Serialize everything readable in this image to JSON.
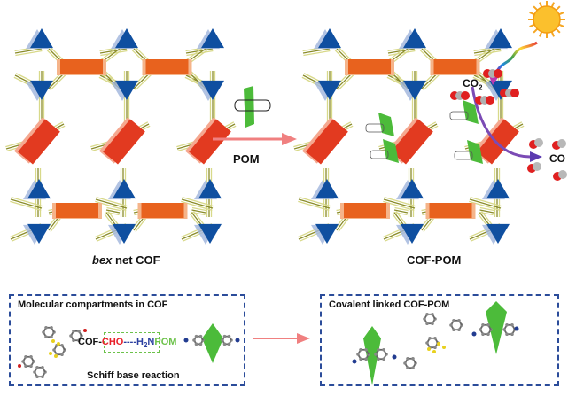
{
  "figure": {
    "left_panel": {
      "label_italic": "bex",
      "label_rest": " net COF"
    },
    "right_panel": {
      "label": "COF-POM"
    },
    "middle_arrow": {
      "label": "POM"
    },
    "photo": {
      "reactant": "CO",
      "reactant_sub": "2",
      "product": "CO"
    },
    "bottom_left": {
      "title": "Molecular compartments in COF",
      "equation": {
        "cof": "COF-",
        "cho": "CHO",
        "dashes": "----",
        "h": "H",
        "h_sub": "2",
        "n": "N",
        "pom": "POM"
      },
      "caption": "Schiff base reaction"
    },
    "bottom_right": {
      "title": "Covalent linked COF-POM"
    }
  },
  "colors": {
    "triangle_blue": "#0f4fa0",
    "rect_orange": "#e8621e",
    "rect_red": "#e23a20",
    "linker_olive": "#b5b84a",
    "pom_green": "#4cbb3a",
    "arrow_pink": "#f08080",
    "dash_blue": "#2b4c9a",
    "cho_red": "#e8202a",
    "h2n_blue": "#2b3fa0",
    "pom_text_green": "#6cc24a"
  }
}
